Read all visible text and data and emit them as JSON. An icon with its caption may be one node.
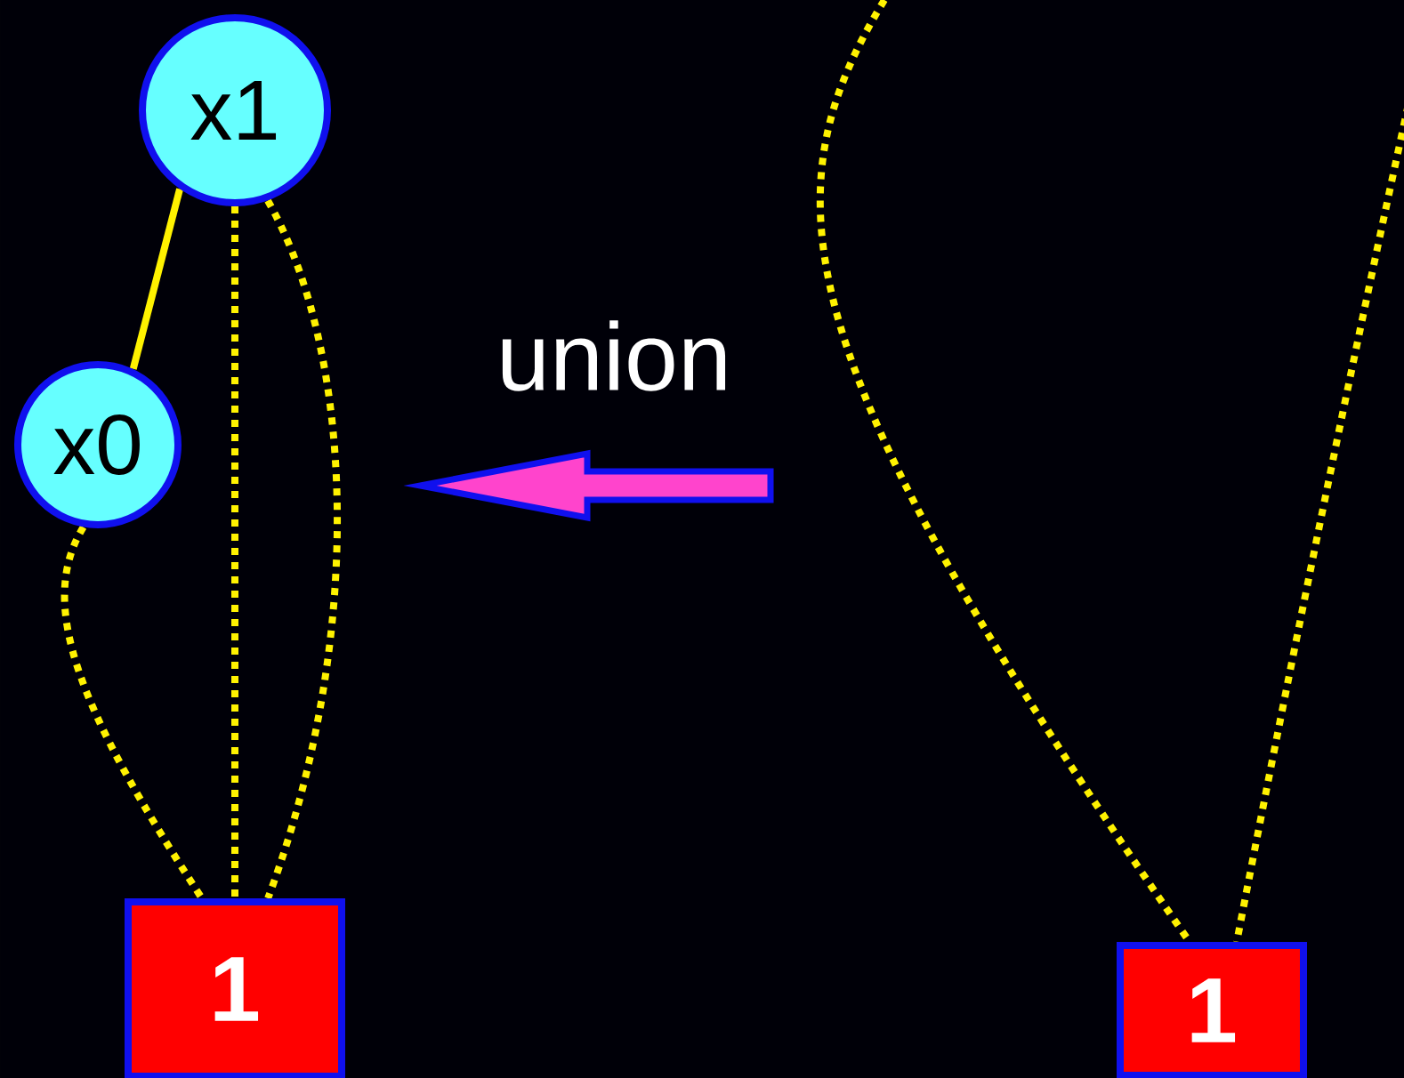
{
  "diagram": {
    "nodes": [
      {
        "text": [
          "x1"
        ]
      },
      {
        "text": [
          "x0"
        ]
      },
      {
        "text": [
          "1"
        ]
      },
      {
        "text": [
          "1"
        ]
      }
    ],
    "edges": [
      {
        "from": 0,
        "to": 1,
        "arrow": "none"
      },
      {
        "from": 0,
        "to": 2,
        "arrow": "none",
        "style": "dashed"
      },
      {
        "from": 0,
        "to": 2,
        "arrow": "none",
        "style": "dashed"
      },
      {
        "from": 1,
        "to": 2,
        "arrow": "none",
        "style": "dashed"
      },
      {
        "from": null,
        "to": 3,
        "arrow": "none",
        "style": "dashed"
      },
      {
        "from": null,
        "to": 3,
        "arrow": "none",
        "style": "dashed"
      }
    ],
    "labels": [
      "union"
    ]
  }
}
